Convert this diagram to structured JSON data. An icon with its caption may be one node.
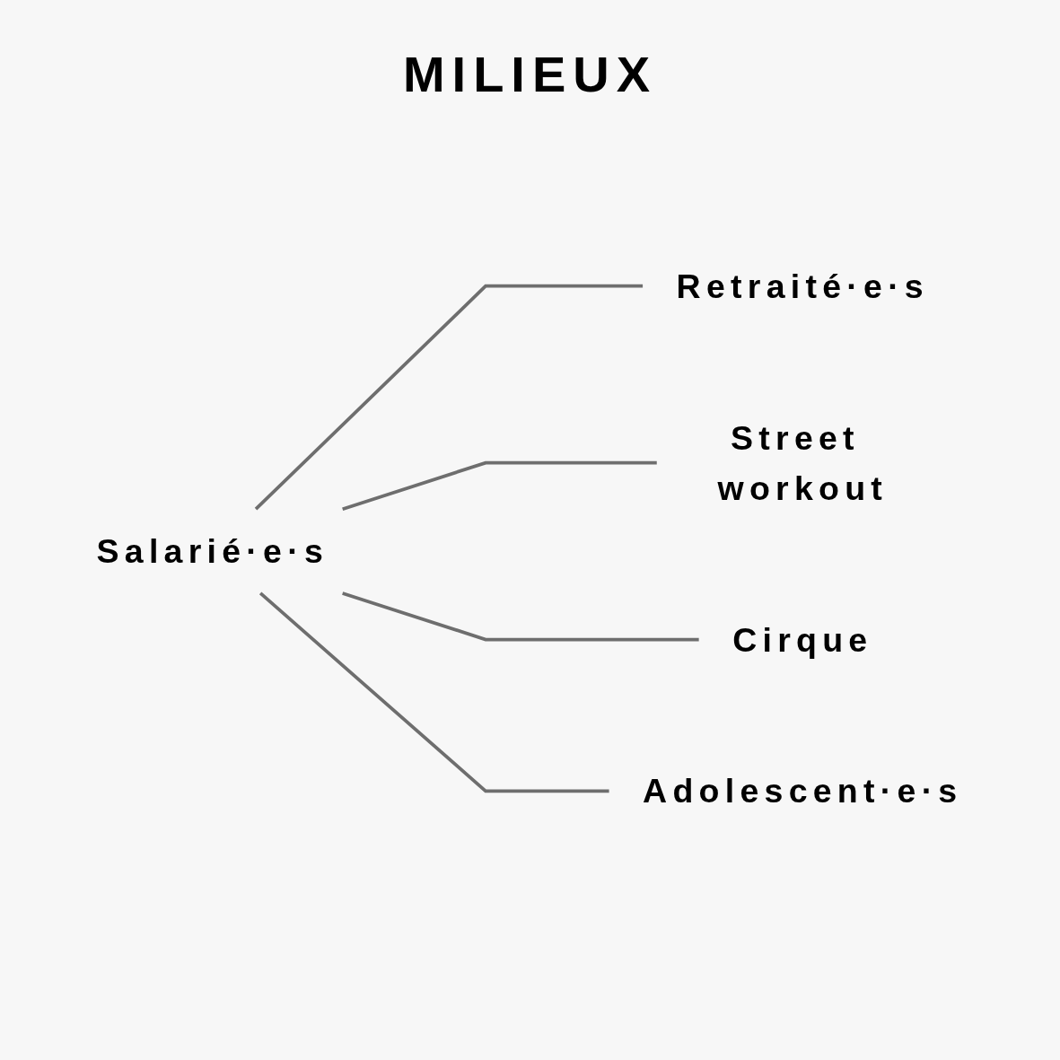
{
  "diagram": {
    "title": "MILIEUX",
    "nodes": [
      {
        "text": [
          "Retraité·e·s"
        ]
      },
      {
        "text": [
          "Street workout"
        ]
      },
      {
        "text": [
          "Salarié·e·s"
        ]
      },
      {
        "text": [
          "Cirque"
        ]
      },
      {
        "text": [
          "Adolescent·e·s"
        ]
      }
    ],
    "edges": [
      {
        "from": 2,
        "to": 0,
        "arrow": "none"
      },
      {
        "from": 2,
        "to": 1,
        "arrow": "none"
      },
      {
        "from": 2,
        "to": 3,
        "arrow": "none"
      },
      {
        "from": 2,
        "to": 4,
        "arrow": "none"
      }
    ]
  }
}
